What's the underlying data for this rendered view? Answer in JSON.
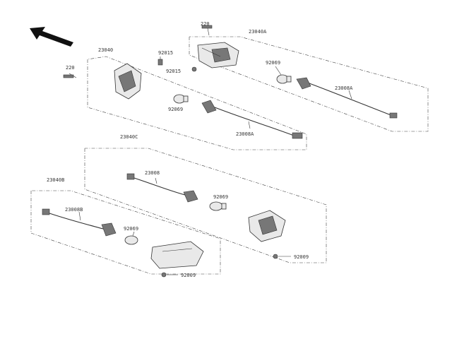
{
  "diagram": {
    "labels": {
      "a_220": "220",
      "a_23040A": "23040A",
      "a_92069": "92069",
      "a_23008A": "23008A",
      "b_23040": "23040",
      "b_220": "220",
      "b_92015_top": "92015",
      "b_92015_mid": "92015",
      "b_92069": "92069",
      "b_23008A": "23008A",
      "c_23040C": "23040C",
      "c_23008": "23008",
      "c_92069": "92069",
      "c_92009": "92009",
      "d_23040B": "23040B",
      "d_23008B": "23008B",
      "d_92069": "92069",
      "d_92009": "92009"
    }
  }
}
